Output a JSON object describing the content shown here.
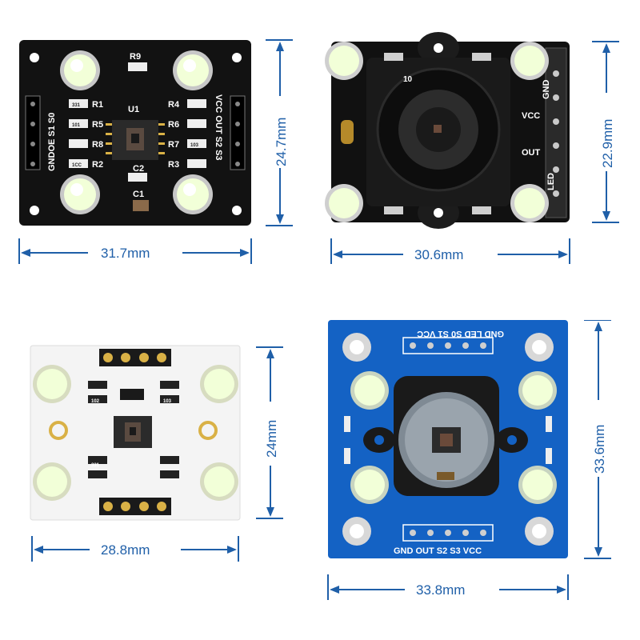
{
  "colors": {
    "dimension": "#1f5fa8",
    "board_black": "#121212",
    "board_white": "#f4f4f4",
    "board_blue": "#1462c4",
    "led": "#f2ffd8",
    "gold": "#d9b146"
  },
  "modules": [
    {
      "id": "black-tcs3200-module",
      "width_label": "31.7mm",
      "height_label": "24.7mm",
      "silkscreen": {
        "r9": "R9",
        "u1": "U1",
        "r1": "R1",
        "r5": "R5",
        "r8": "R8",
        "r2": "R2",
        "r4": "R4",
        "r6": "R6",
        "r7": "R7",
        "r3": "R3",
        "c2": "C2",
        "c1": "C1",
        "left_pins": "GNDOE S1 S0",
        "right_pins": "VCC OUT S2 S3",
        "res_331": "331",
        "res_101": "101",
        "res_103": "103",
        "res_1cc": "1CC"
      }
    },
    {
      "id": "black-lens-module",
      "width_label": "30.6mm",
      "height_label": "22.9mm",
      "silkscreen": {
        "vcc": "VCC",
        "gnd": "GND",
        "out": "OUT",
        "led": "LED",
        "lens_mark": "10"
      }
    },
    {
      "id": "white-module",
      "width_label": "28.8mm",
      "height_label": "24mm",
      "silkscreen": {
        "res_331": "331",
        "res_102": "102",
        "res_103": "103"
      }
    },
    {
      "id": "blue-gy31-module",
      "width_label": "33.8mm",
      "height_label": "33.6mm",
      "silkscreen": {
        "top_pins": "GND LED S0 S1 VCC",
        "bottom_pins": "GND OUT S2 S3 VCC"
      }
    }
  ]
}
